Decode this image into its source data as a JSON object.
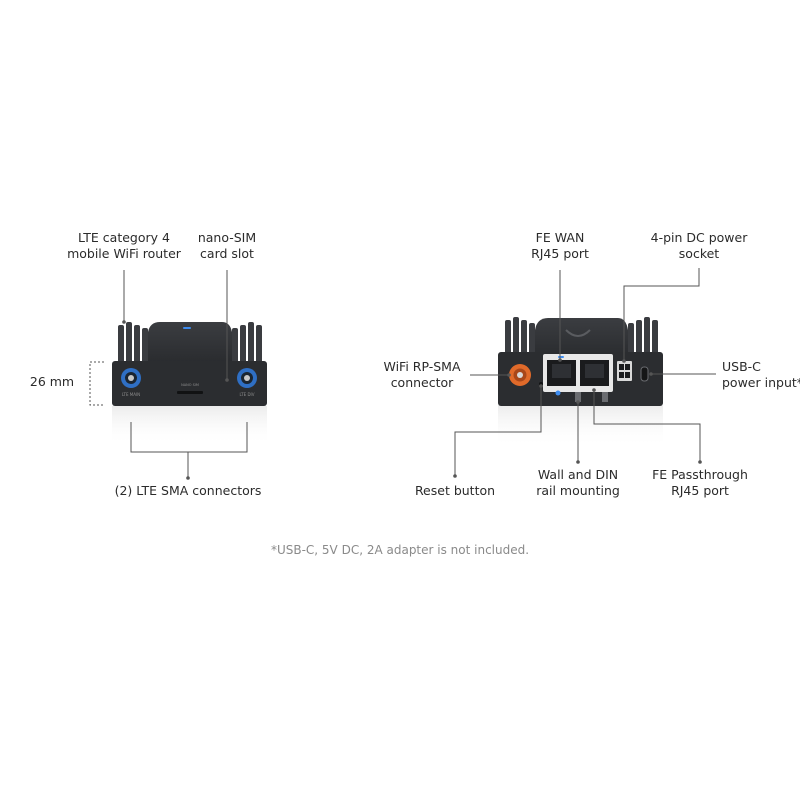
{
  "labels": {
    "lte_router": [
      "LTE category 4",
      "mobile WiFi router"
    ],
    "nano_sim": [
      "nano-SIM",
      "card slot"
    ],
    "height": "26 mm",
    "lte_sma": "(2) LTE SMA connectors",
    "fe_wan": [
      "FE WAN",
      "RJ45 port"
    ],
    "dc_power": [
      "4-pin DC power",
      "socket"
    ],
    "wifi_sma": [
      "WiFi RP-SMA",
      "connector"
    ],
    "usbc": [
      "USB-C",
      "power input*"
    ],
    "reset": "Reset button",
    "mounting": [
      "Wall and DIN",
      "rail mounting"
    ],
    "fe_pass": [
      "FE Passthrough",
      "RJ45 port"
    ]
  },
  "device_text": {
    "front_ant_left": "LTE MAIN",
    "front_ant_right": "LTE DIV",
    "sim_tag": "NANO SIM"
  },
  "footnote": "*USB-C, 5V DC, 2A adapter is not included.",
  "colors": {
    "body": "#2b2d30",
    "body_dark": "#1c1d1f",
    "fins": "#3a3c40",
    "sma_blue": "#2f6fc4",
    "sma_orange": "#e06a2a",
    "led_blue": "#3d8cf0",
    "leader": "#555555"
  }
}
